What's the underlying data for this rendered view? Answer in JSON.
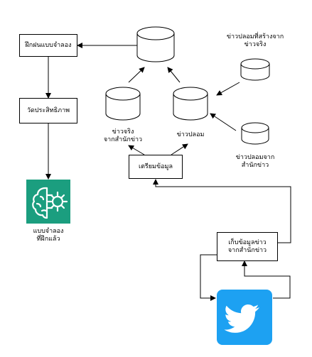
{
  "nodes": {
    "train_model": "ฝึกฝนแบบจำลอง",
    "evaluate": "วัดประสิทธิภาพ",
    "trained_model": [
      "แบบจำลอง",
      "ที่ฝึกแล้ว"
    ],
    "prepare_data": "เตรียมข้อมูล",
    "collect_news": [
      "เก็บข้อมูลข่าว",
      "จากสำนักข่าว"
    ],
    "real_news": [
      "ข่าวจริง",
      "จากสำนักข่าว"
    ],
    "fake_news": "ข่าวปลอม",
    "fake_from_real": [
      "ข่าวปลอมที่สร้างจาก",
      "ข่าวจริง"
    ],
    "fake_from_agency": [
      "ข่าวปลอมจาก",
      "สำนักข่าว"
    ]
  },
  "icons": {
    "brain": "brain-model-icon",
    "twitter": "twitter-bird-icon"
  },
  "colors": {
    "brain_bg": "#1b9e7f",
    "twitter_bg": "#1da1f2"
  }
}
